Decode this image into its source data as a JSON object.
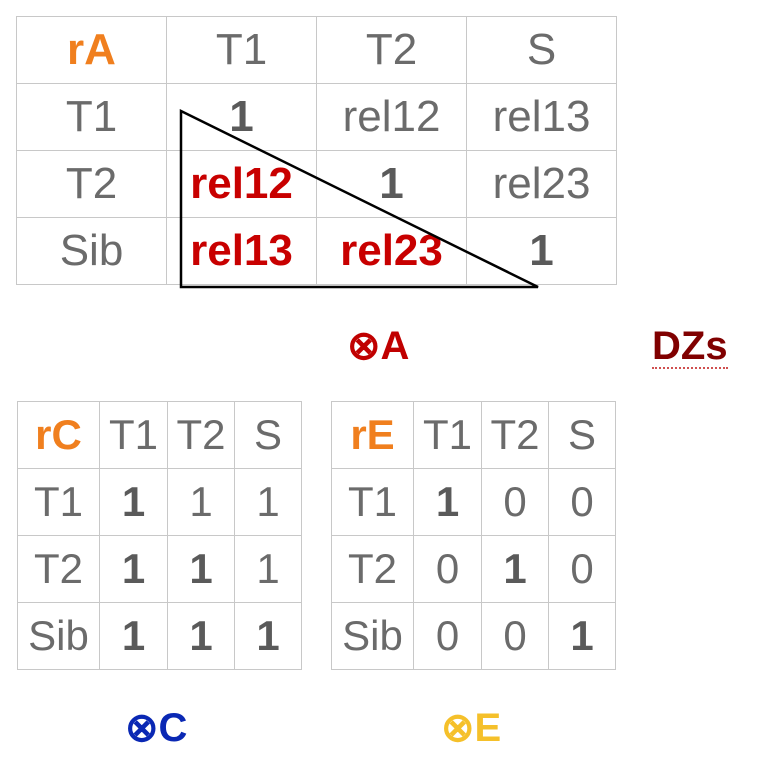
{
  "matrix_a": {
    "corner": "rA",
    "col_headers": [
      "T1",
      "T2",
      "S"
    ],
    "rows": [
      {
        "header": "T1",
        "cells": [
          "1",
          "rel12",
          "rel13"
        ]
      },
      {
        "header": "T2",
        "cells": [
          "rel12",
          "1",
          "rel23"
        ]
      },
      {
        "header": "Sib",
        "cells": [
          "rel13",
          "rel23",
          "1"
        ]
      }
    ]
  },
  "matrix_c": {
    "corner": "rC",
    "col_headers": [
      "T1",
      "T2",
      "S"
    ],
    "rows": [
      {
        "header": "T1",
        "cells": [
          "1",
          "1",
          "1"
        ]
      },
      {
        "header": "T2",
        "cells": [
          "1",
          "1",
          "1"
        ]
      },
      {
        "header": "Sib",
        "cells": [
          "1",
          "1",
          "1"
        ]
      }
    ]
  },
  "matrix_e": {
    "corner": "rE",
    "col_headers": [
      "T1",
      "T2",
      "S"
    ],
    "rows": [
      {
        "header": "T1",
        "cells": [
          "1",
          "0",
          "0"
        ]
      },
      {
        "header": "T2",
        "cells": [
          "0",
          "1",
          "0"
        ]
      },
      {
        "header": "Sib",
        "cells": [
          "0",
          "0",
          "1"
        ]
      }
    ]
  },
  "labels": {
    "kron_a": "⊗A",
    "dzs": "DZs",
    "kron_c": "⊗C",
    "kron_e": "⊗E"
  },
  "colors": {
    "corner_orange": "#f07f1e",
    "rel_red": "#c80000",
    "a_label": "#c00000",
    "dzs": "#800000",
    "c_label": "#0a28b4",
    "e_label": "#f5c02a",
    "grid": "#c8c8c8",
    "text_gray": "#6b6b6b"
  }
}
